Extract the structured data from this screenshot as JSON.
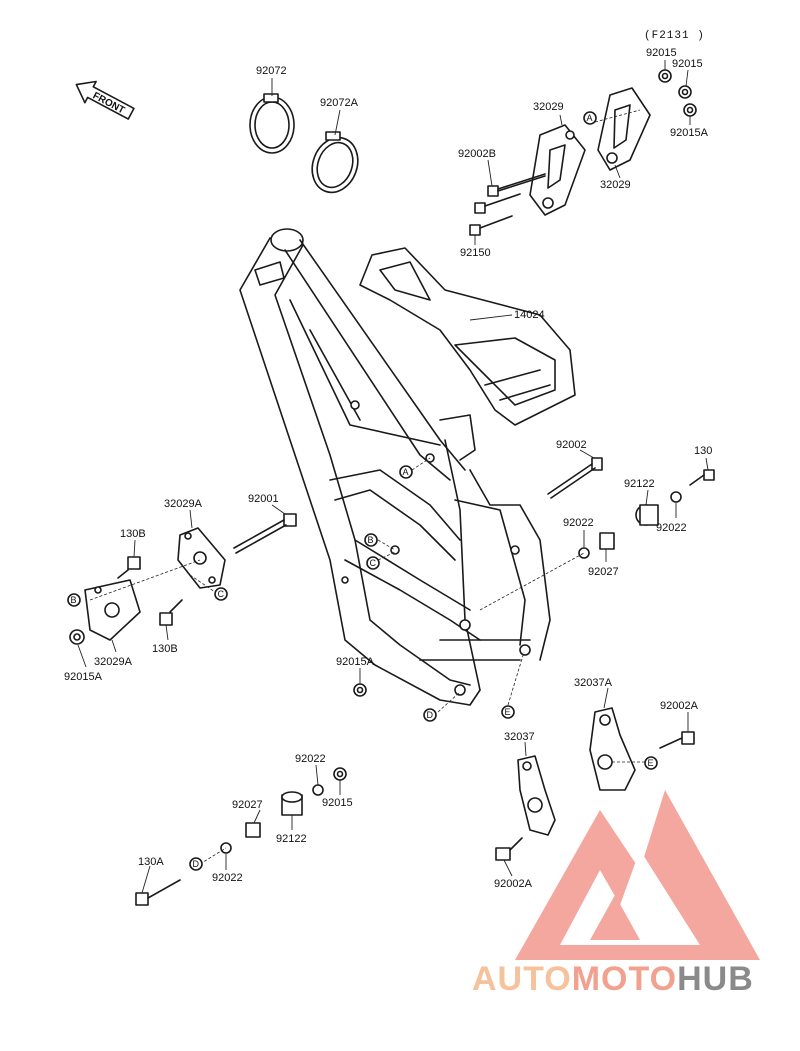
{
  "diagram_code": "(F2131 )",
  "front_label": "FRONT",
  "ref_letters": {
    "a": "A",
    "b": "B",
    "c": "C",
    "d": "D",
    "e": "E"
  },
  "part_numbers": {
    "p92072": "92072",
    "p92072A": "92072A",
    "p92015_1": "92015",
    "p92015_2": "92015",
    "p92015A_top": "92015A",
    "p32029_top1": "32029",
    "p32029_top2": "32029",
    "p92002B": "92002B",
    "p92150": "92150",
    "p14024": "14024",
    "p92002": "92002",
    "p130_right": "130",
    "p92122_right": "92122",
    "p92022_right": "92022",
    "p92022_mid": "92022",
    "p92027_mid": "92027",
    "p32029A_top": "32029A",
    "p92001": "92001",
    "p130B_top": "130B",
    "p130B_bottom": "130B",
    "p32029A_bottom": "32029A",
    "p92015A_left": "92015A",
    "p92015A_mid": "92015A",
    "p32037A": "32037A",
    "p92002A_right": "92002A",
    "p32037": "32037",
    "p92002A_bottom": "92002A",
    "p92022_low": "92022",
    "p92015_low": "92015",
    "p92027_low": "92027",
    "p92122_low": "92122",
    "p130A": "130A",
    "p92022_bottom": "92022"
  },
  "watermark": {
    "part1": "AUTO",
    "part2": "MOTO",
    "part3": "HUB"
  },
  "colors": {
    "ink": "#1a1a1a",
    "wm_auto": "#f5c29b",
    "wm_moto": "#f2a18f",
    "wm_hub": "#8a8a8a",
    "wm_logo": "#f08a80"
  }
}
